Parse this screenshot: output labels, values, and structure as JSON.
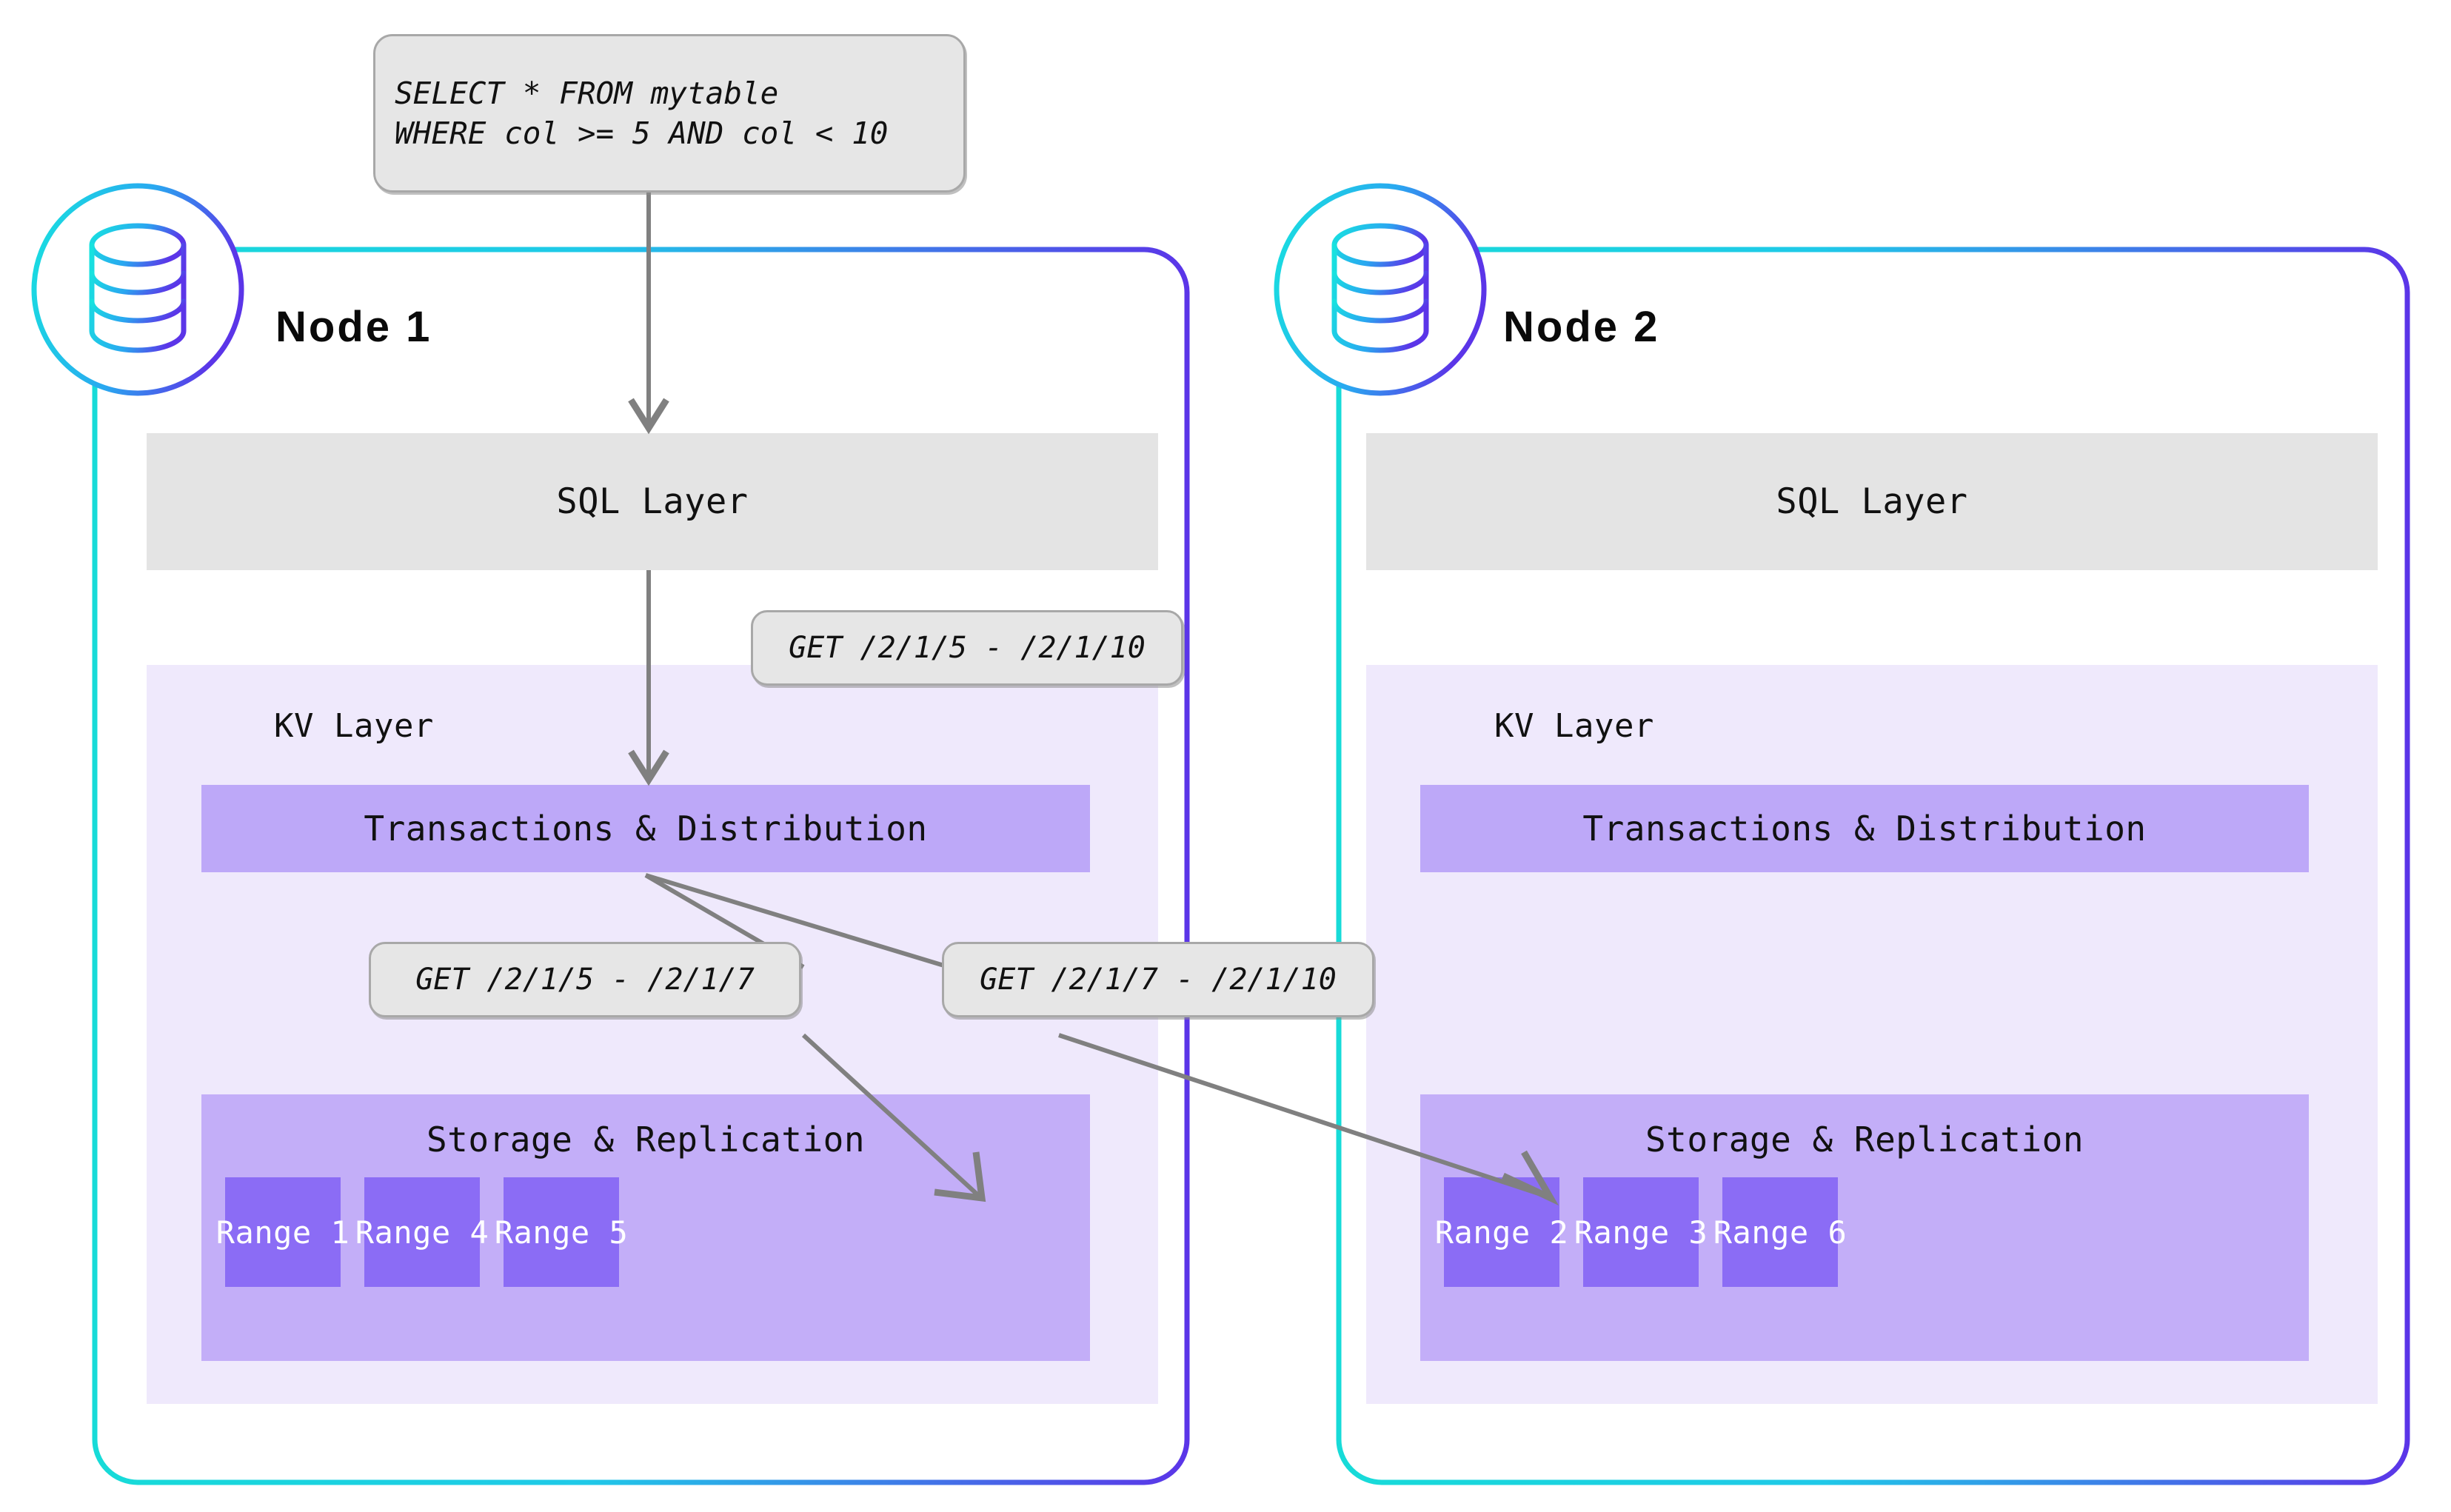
{
  "diagram": {
    "title": "Distributed SQL query across nodes",
    "colors": {
      "node_border_start": "#17dbd8",
      "node_border_end": "#5b35e8",
      "sql_layer_fill": "#e4e4e4",
      "kv_panel_fill": "#efe9fc",
      "txn_bar_fill": "#bda8f8",
      "storage_panel_fill": "#c3aef8",
      "range_fill": "#8b6cf5",
      "range_text": "#ffffff",
      "callout_fill": "#e6e6e6",
      "callout_border": "#a8a8a8",
      "arrow_stroke": "#808080",
      "text": "#111111",
      "background": "#ffffff"
    }
  },
  "query_callout": {
    "name": "sql-query",
    "line1": "SELECT * FROM mytable",
    "line2": "WHERE col >= 5 AND col < 10"
  },
  "nodes": [
    {
      "id": "node-1",
      "title": "Node 1",
      "icon": "database-icon",
      "sql_layer": {
        "label": "SQL Layer"
      },
      "kv_layer": {
        "label": "KV Layer",
        "transactions": {
          "label": "Transactions & Distribution"
        },
        "storage": {
          "label": "Storage & Replication",
          "ranges": [
            {
              "label": "Range 1"
            },
            {
              "label": "Range 4"
            },
            {
              "label": "Range 5"
            }
          ]
        }
      }
    },
    {
      "id": "node-2",
      "title": "Node 2",
      "icon": "database-icon",
      "sql_layer": {
        "label": "SQL Layer"
      },
      "kv_layer": {
        "label": "KV Layer",
        "transactions": {
          "label": "Transactions & Distribution"
        },
        "storage": {
          "label": "Storage & Replication",
          "ranges": [
            {
              "label": "Range 2"
            },
            {
              "label": "Range 3"
            },
            {
              "label": "Range 6"
            }
          ]
        }
      }
    }
  ],
  "callouts": [
    {
      "name": "get-full-range",
      "label": "GET /2/1/5 - /2/1/10"
    },
    {
      "name": "get-left-range",
      "label": "GET /2/1/5 - /2/1/7"
    },
    {
      "name": "get-right-range",
      "label": "GET /2/1/7 - /2/1/10"
    }
  ]
}
